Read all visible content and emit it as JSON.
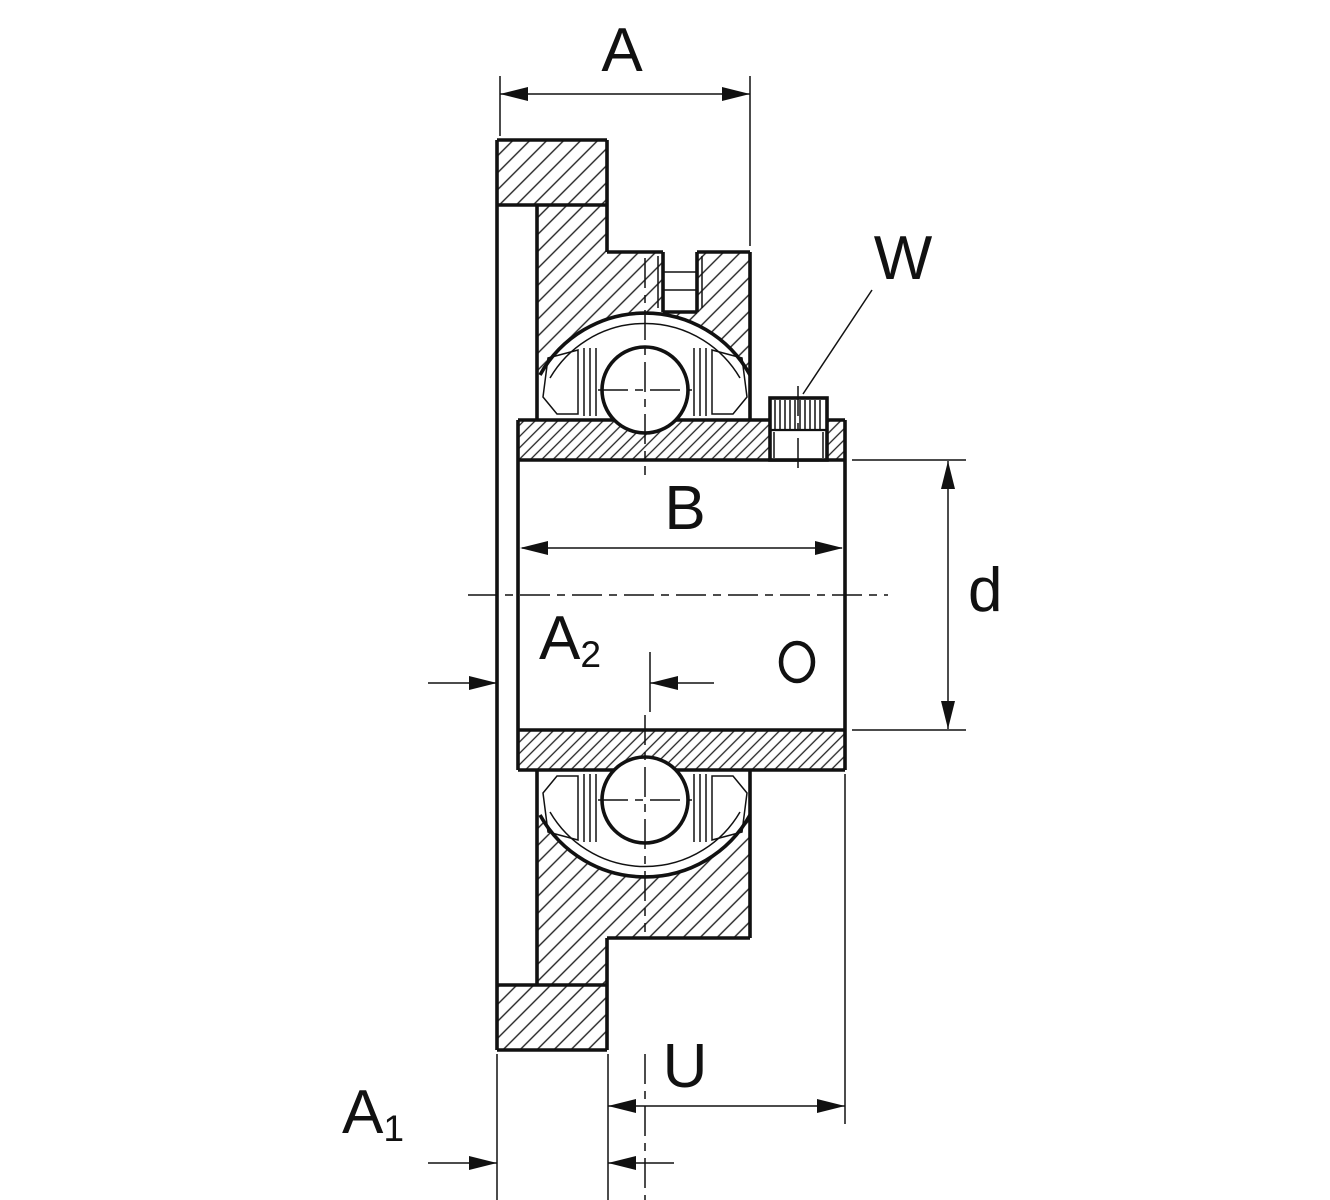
{
  "labels": {
    "a": "A",
    "w": "W",
    "b": "B",
    "d": "d",
    "a2": {
      "base": "A",
      "sub": "2"
    },
    "u": "U",
    "a1": {
      "base": "A",
      "sub": "1"
    }
  },
  "colors": {
    "line": "#111111",
    "background": "#ffffff"
  }
}
